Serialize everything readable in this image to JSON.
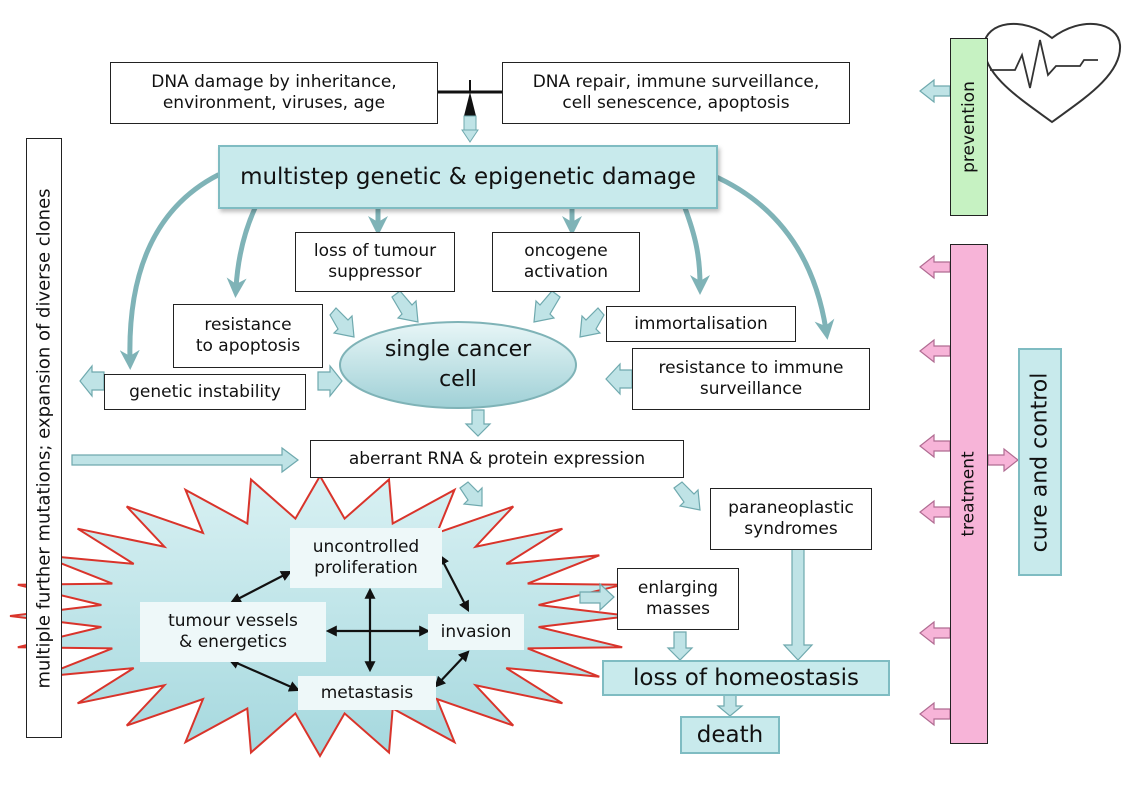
{
  "top": {
    "dna_damage": "DNA damage by inheritance,\nenvironment, viruses, age",
    "dna_repair": "DNA repair, immune surveillance,\ncell senescence, apoptosis"
  },
  "center": {
    "multistep": "multistep genetic & epigenetic damage",
    "loss_suppressor": "loss of tumour\nsuppressor",
    "oncogene": "oncogene\nactivation",
    "resist_apoptosis": "resistance\nto apoptosis",
    "immortalisation": "immortalisation",
    "cancer_cell": "single cancer\ncell",
    "genetic_instability": "genetic instability",
    "resist_immune": "resistance to immune\nsurveillance",
    "aberrant": "aberrant RNA & protein expression",
    "paraneoplastic": "paraneoplastic\nsyndromes"
  },
  "star": {
    "proliferation": "uncontrolled\nproliferation",
    "vessels": "tumour vessels\n& energetics",
    "invasion": "invasion",
    "metastasis": "metastasis"
  },
  "bottom": {
    "enlarging": "enlarging\nmasses",
    "homeostasis": "loss of homeostasis",
    "death": "death"
  },
  "side": {
    "mutations": "multiple further mutations; expansion of diverse clones",
    "prevention": "prevention",
    "treatment": "treatment",
    "cure": "cure and control"
  },
  "colors": {
    "teal": "#7fb3b7",
    "cyan_fill": "#c8eaec",
    "star_border": "#d9342b",
    "prevention_fill": "#c6f2c2",
    "treatment_fill": "#f7b4d8"
  },
  "icons": [
    "heart-pulse-icon"
  ]
}
